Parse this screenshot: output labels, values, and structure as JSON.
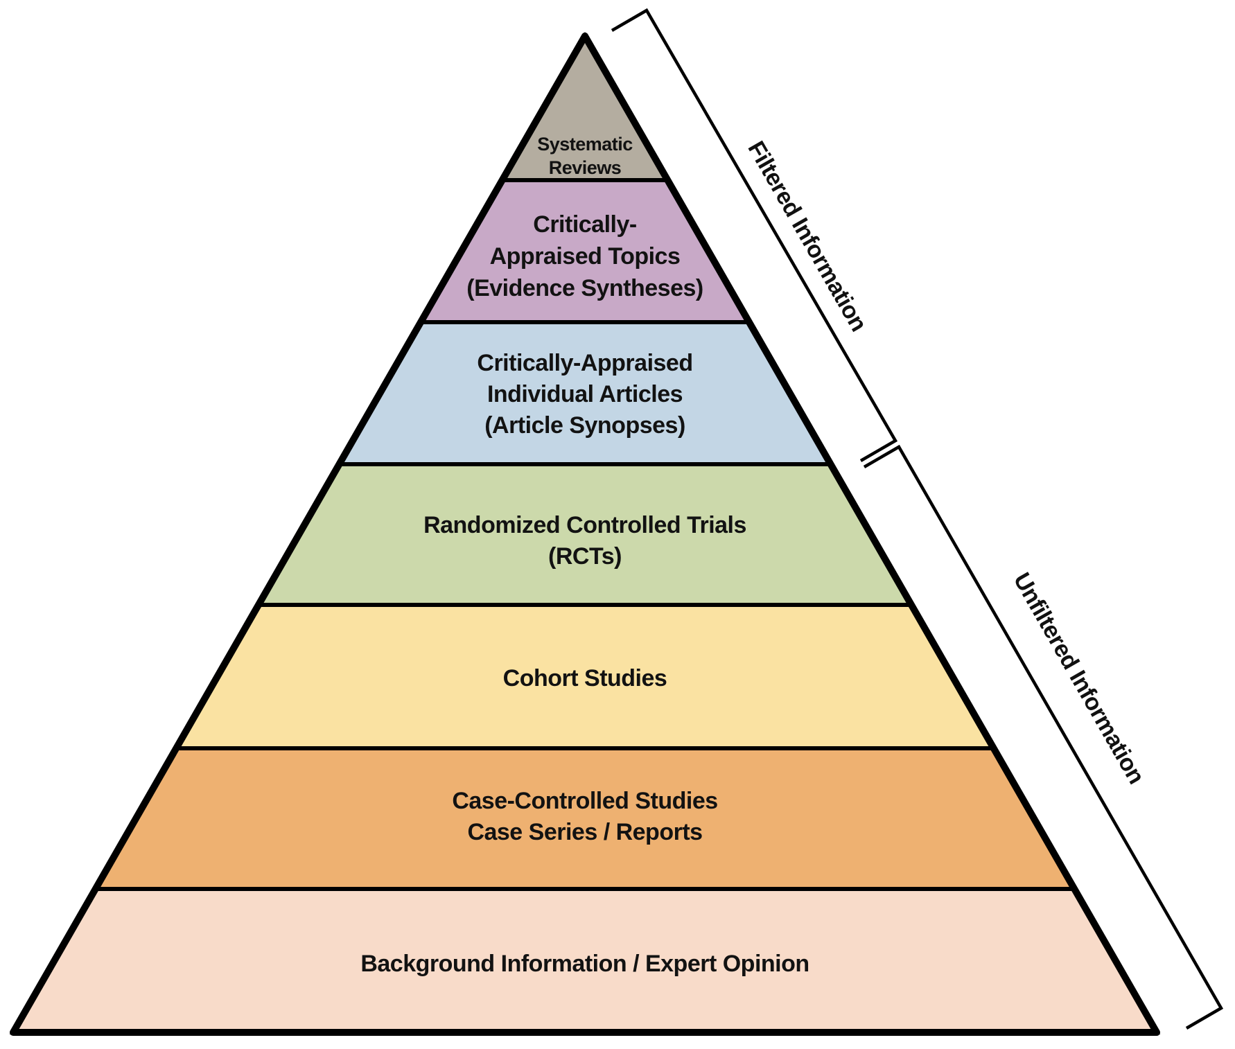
{
  "pyramid": {
    "levels": [
      {
        "color": "#b4ada0",
        "lines": [
          "Systematic",
          "Reviews"
        ]
      },
      {
        "color": "#c8a9c7",
        "lines": [
          "Critically-",
          "Appraised Topics",
          "(Evidence Syntheses)"
        ]
      },
      {
        "color": "#c3d6e5",
        "lines": [
          "Critically-Appraised",
          "Individual Articles",
          "(Article Synopses)"
        ]
      },
      {
        "color": "#ccd9ab",
        "lines": [
          "Randomized Controlled Trials",
          "(RCTs)"
        ]
      },
      {
        "color": "#fae2a2",
        "lines": [
          "Cohort Studies"
        ]
      },
      {
        "color": "#eeb171",
        "lines": [
          "Case-Controlled Studies",
          "Case Series / Reports"
        ]
      },
      {
        "color": "#f8dbc9",
        "lines": [
          "Background Information / Expert Opinion"
        ]
      }
    ]
  },
  "annotations": {
    "filtered_label": "Filtered Information",
    "unfiltered_label": "Unfiltered Information"
  },
  "colors": {
    "outline": "#000000",
    "background": "#ffffff"
  }
}
